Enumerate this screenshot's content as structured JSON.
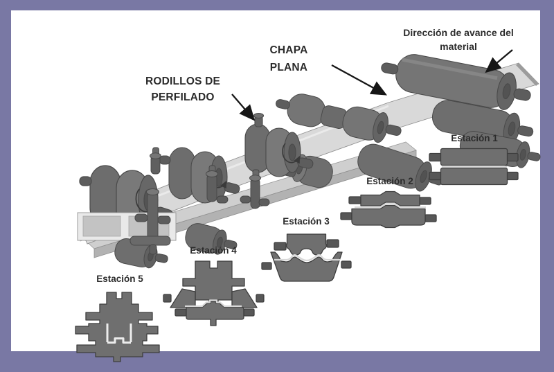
{
  "figure": {
    "labels": {
      "rodillos": {
        "line1": "RODILLOS DE",
        "line2": "PERFILADO"
      },
      "chapa": {
        "line1": "CHAPA",
        "line2": "PLANA"
      },
      "direccion": {
        "line1": "Dirección de avance del",
        "line2": "material"
      }
    },
    "stations": [
      {
        "label": "Estación 1"
      },
      {
        "label": "Estación 2"
      },
      {
        "label": "Estación 3"
      },
      {
        "label": "Estación 4"
      },
      {
        "label": "Estación 5"
      }
    ],
    "colors": {
      "frame_border": "#7978a4",
      "background": "#ffffff",
      "roller": "#767676",
      "roller_outline": "#4a4a4a",
      "sheet": "#d9d9d9",
      "rail": "#cfcfcf",
      "profile_fill": "#6f6f6f",
      "profile_sheet_line": "#d8d8d8",
      "text": "#2b2b2b",
      "arrow": "#161616"
    }
  }
}
